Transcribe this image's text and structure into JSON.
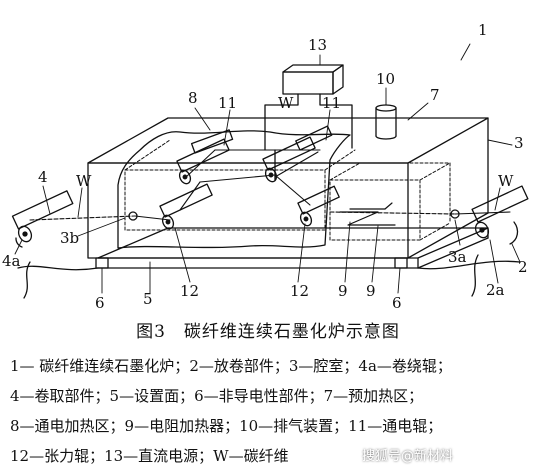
{
  "labels": {
    "n1": "1",
    "n2": "2",
    "n2a": "2a",
    "n3": "3",
    "n3a": "3a",
    "n3b": "3b",
    "n4": "4",
    "n4a": "4a",
    "n5": "5",
    "n6_left": "6",
    "n6_right": "6",
    "n7": "7",
    "n8": "8",
    "n9_left": "9",
    "n9_right": "9",
    "n10": "10",
    "n11_left": "11",
    "n11_right": "11",
    "n12_left": "12",
    "n12_right": "12",
    "n13": "13",
    "w_top": "W",
    "w_left": "W",
    "w_right": "W"
  },
  "figure_title": "图3　碳纤维连续石墨化炉示意图",
  "legend": [
    "1— 碳纤维连续石墨化炉；2—放卷部件；3—腔室；4a—卷绕辊；",
    "4—卷取部件；5—设置面；6—非导电性部件；7—预加热区；",
    "8—通电加热区；9—电阻加热器；10—排气装置；11—通电辊；",
    "12—张力辊；13—直流电源；W—碳纤维"
  ],
  "watermark": "搜狐号@新材料"
}
